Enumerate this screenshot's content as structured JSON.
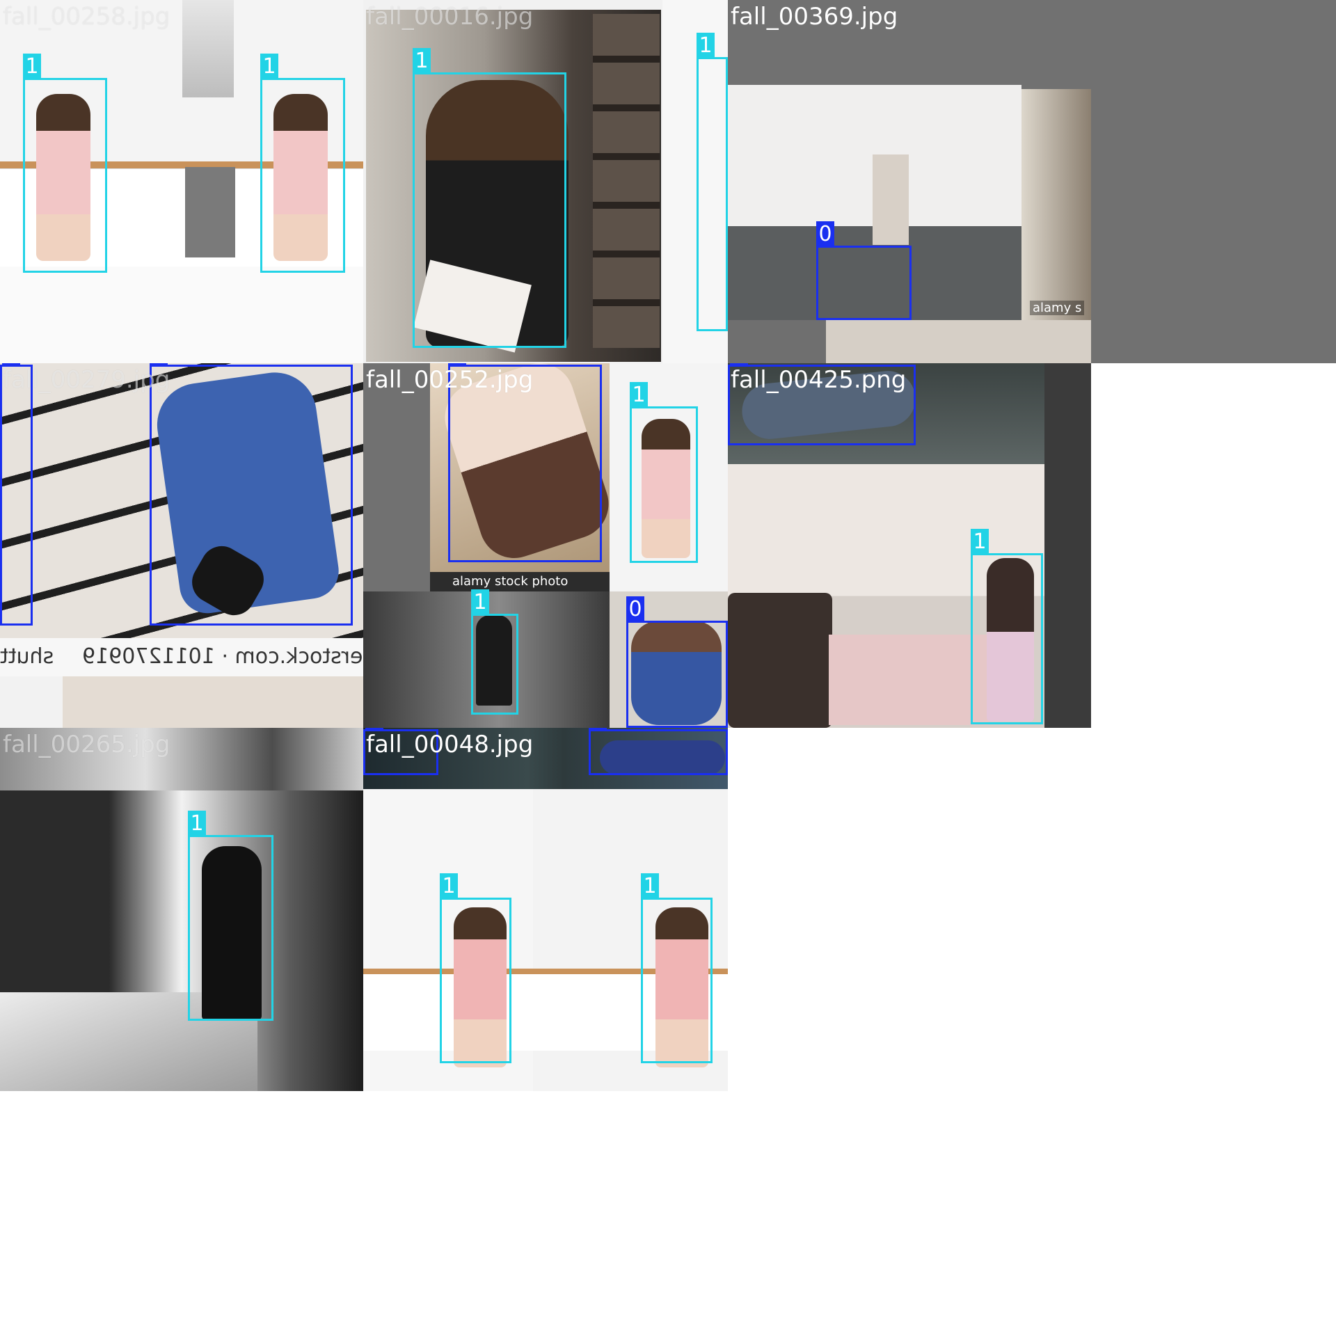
{
  "tiles": {
    "t1": {
      "title": "fall_00258.jpg"
    },
    "t2": {
      "title": "fall_00016.jpg"
    },
    "t3": {
      "title": "fall_00369.jpg"
    },
    "t4": {
      "title": "fall_00279.jpg"
    },
    "t5": {
      "title": "fall_00252.jpg"
    },
    "t6": {
      "title": "fall_00425.png"
    },
    "t7": {
      "title": "fall_00265.jpg"
    },
    "t8": {
      "title": "fall_00048.jpg"
    }
  },
  "class_labels": {
    "fall": "0",
    "person": "1"
  },
  "colors": {
    "fall": "#1a2ff0",
    "person": "#22d3e6"
  },
  "watermarks": {
    "alamy_stock_photo": "alamy stock photo",
    "alamy_partial": "alamy s",
    "shutterstock": "shutterstock.com · 1011270919",
    "shutt": "shutt"
  }
}
